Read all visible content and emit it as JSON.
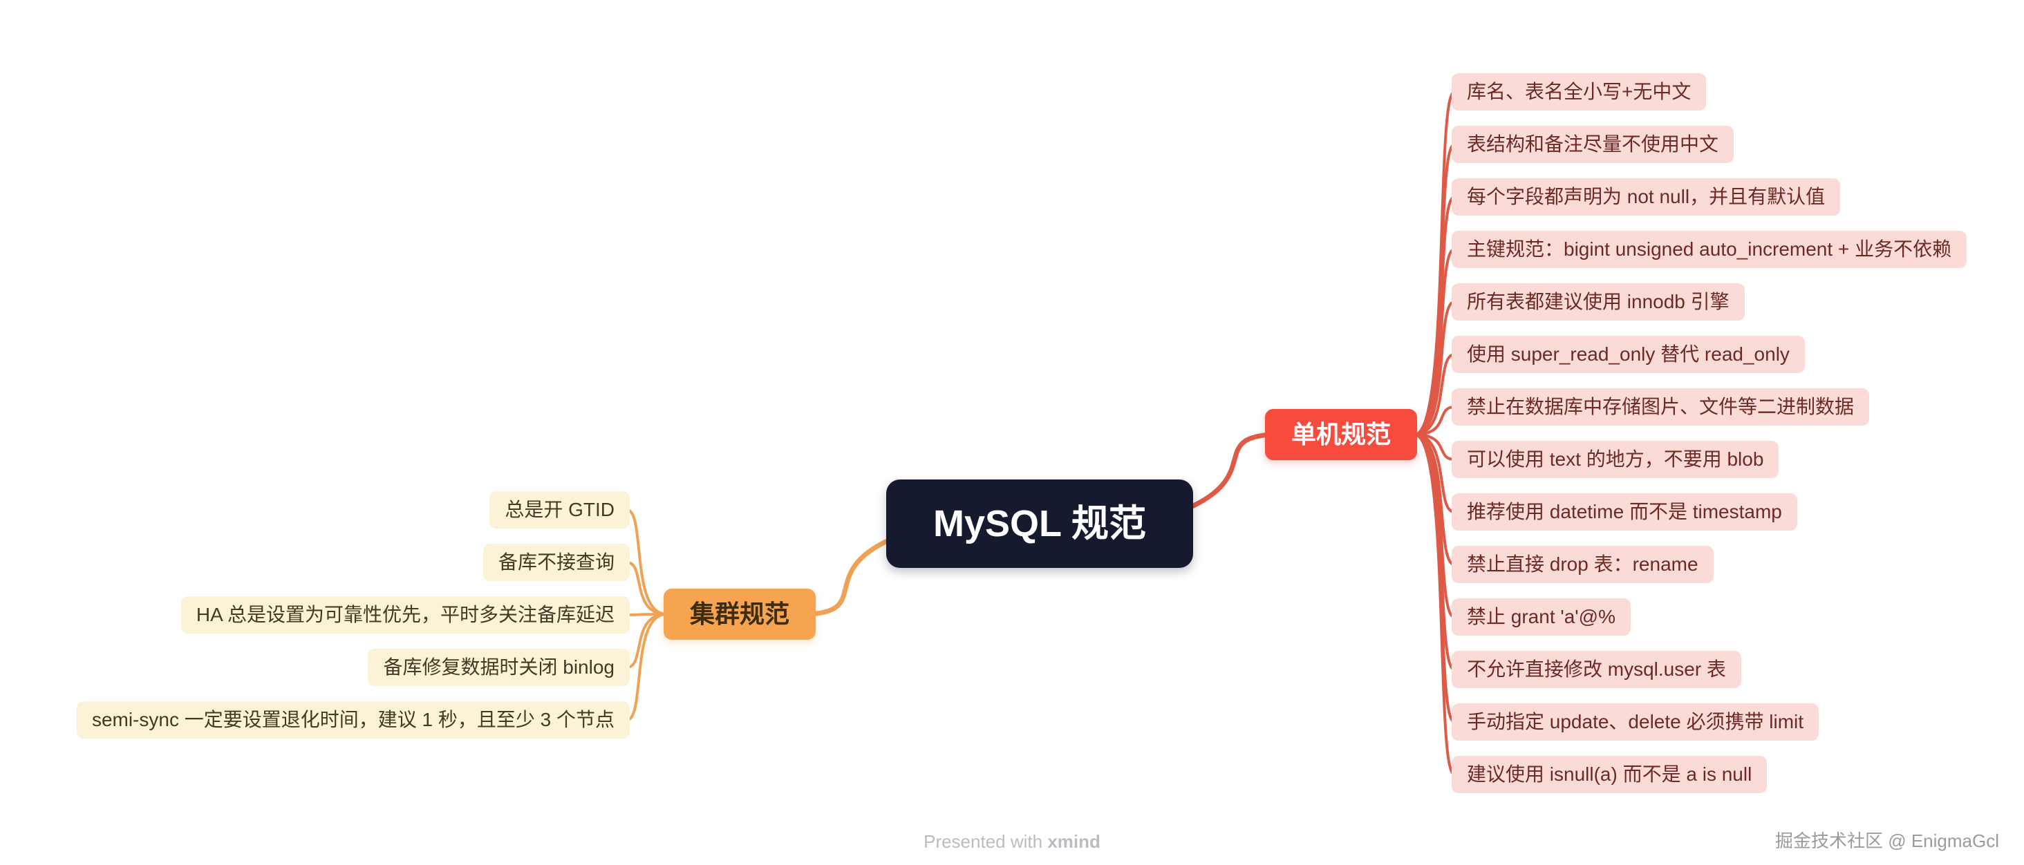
{
  "center": {
    "label": "MySQL 规范"
  },
  "right_branch": {
    "label": "单机规范",
    "items": [
      "库名、表名全小写+无中文",
      "表结构和备注尽量不使用中文",
      "每个字段都声明为 not null，并且有默认值",
      "主键规范：bigint unsigned auto_increment + 业务不依赖",
      "所有表都建议使用 innodb 引擎",
      "使用 super_read_only 替代 read_only",
      "禁止在数据库中存储图片、文件等二进制数据",
      "可以使用 text 的地方，不要用 blob",
      "推荐使用 datetime 而不是 timestamp",
      "禁止直接 drop 表：rename",
      "禁止 grant 'a'@%",
      "不允许直接修改 mysql.user 表",
      "手动指定 update、delete 必须携带 limit",
      "建议使用 isnull(a) 而不是 a is null"
    ]
  },
  "left_branch": {
    "label": "集群规范",
    "items": [
      "总是开 GTID",
      "备库不接查询",
      "HA 总是设置为可靠性优先，平时多关注备库延迟",
      "备库修复数据时关闭 binlog",
      "semi-sync 一定要设置退化时间，建议 1 秒，且至少 3 个节点"
    ]
  },
  "footer": {
    "presented_with": "Presented with",
    "brand": "xmind",
    "credit": "掘金技术社区 @ EnigmaGcl"
  },
  "colors": {
    "canvas_bg": "#ffffff",
    "center_bg": "#161a2e",
    "center_text": "#ffffff",
    "right_branch_bg": "#f74b3e",
    "right_branch_text": "#ffffff",
    "right_item_bg": "#fadbd8",
    "right_item_text": "#6d2a24",
    "right_line": "#df5947",
    "left_branch_bg": "#f6a44f",
    "left_branch_text": "#3d2c10",
    "left_item_bg": "#fcf2d7",
    "left_item_text": "#443a22",
    "left_line": "#efa256",
    "watermark": "#b9bdc1",
    "credit": "#9b9b9b"
  }
}
